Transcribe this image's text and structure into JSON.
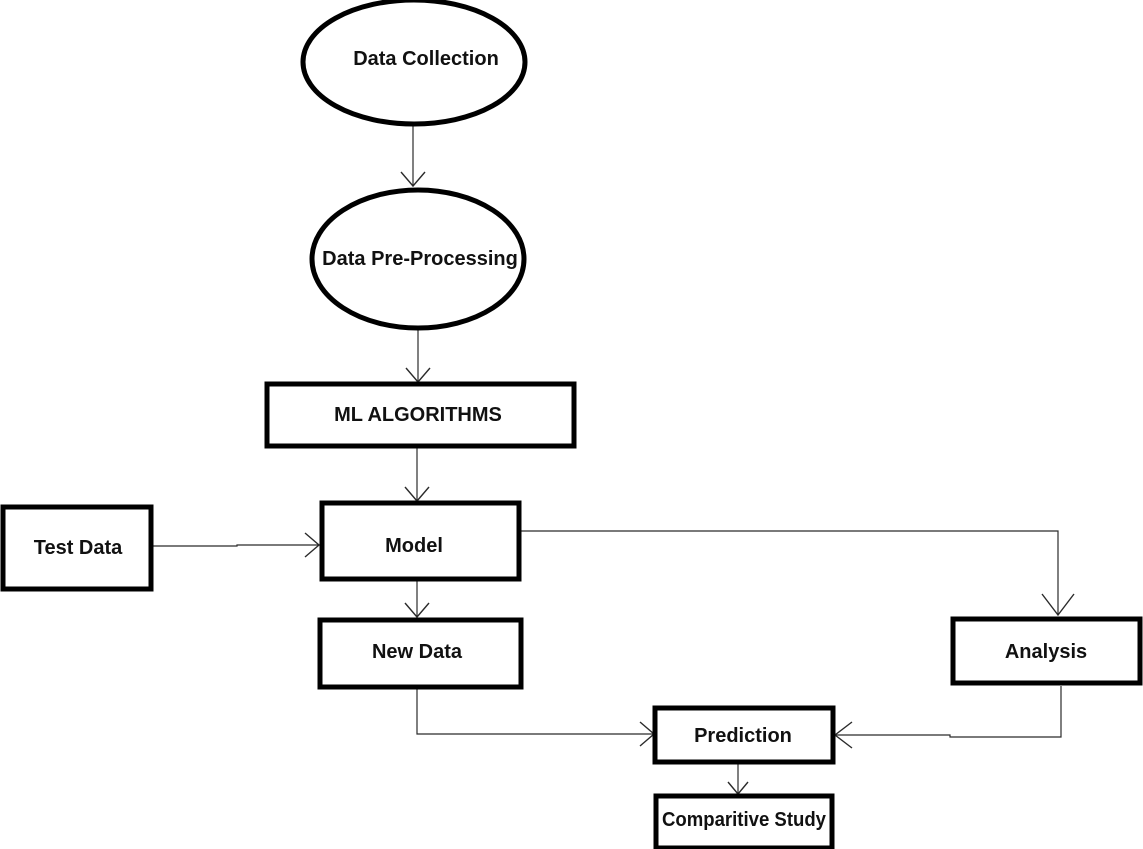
{
  "diagram": {
    "nodes": {
      "data_collection": "Data Collection",
      "data_preprocessing": "Data Pre-Processing",
      "ml_algorithms": "ML ALGORITHMS",
      "test_data": "Test Data",
      "model": "Model",
      "new_data": "New Data",
      "analysis": "Analysis",
      "prediction": "Prediction",
      "comparitive_study": "Comparitive Study"
    },
    "edges": [
      {
        "from": "data_collection",
        "to": "data_preprocessing"
      },
      {
        "from": "data_preprocessing",
        "to": "ml_algorithms"
      },
      {
        "from": "ml_algorithms",
        "to": "model"
      },
      {
        "from": "test_data",
        "to": "model"
      },
      {
        "from": "model",
        "to": "new_data"
      },
      {
        "from": "model",
        "to": "analysis"
      },
      {
        "from": "new_data",
        "to": "prediction"
      },
      {
        "from": "analysis",
        "to": "prediction"
      },
      {
        "from": "prediction",
        "to": "comparitive_study"
      }
    ]
  }
}
